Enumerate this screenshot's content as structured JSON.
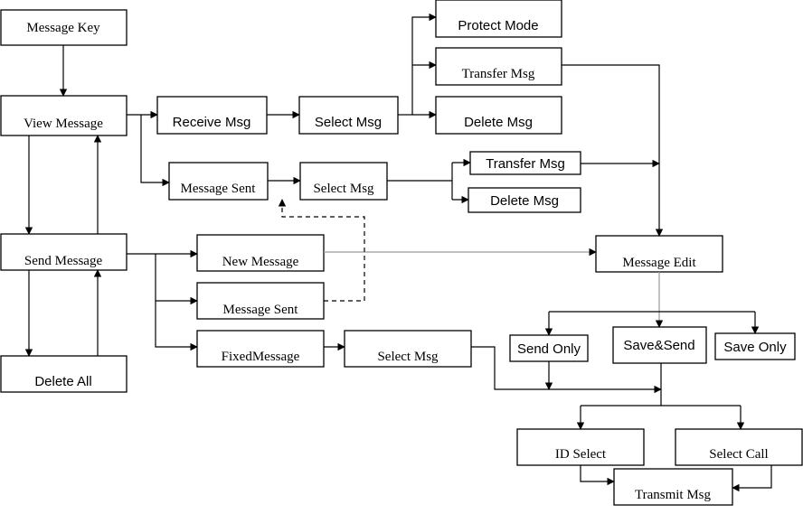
{
  "nodes": {
    "message_key": "Message Key",
    "view_message": "View  Message",
    "send_message": "Send  Message",
    "delete_all": "Delete  All",
    "receive_msg": "Receive  Msg",
    "select_msg_receive": "Select  Msg",
    "protect_mode": "Protect  Mode",
    "transfer_msg_receive": "Transfer  Msg",
    "delete_msg_receive": "Delete    Msg",
    "message_sent_view": "Message Sent",
    "select_msg_sent": "Select  Msg",
    "transfer_msg_sent": "Transfer Msg",
    "delete_msg_sent": "Delete Msg",
    "new_message": "New  Message",
    "message_sent_send": "Message Sent",
    "fixed_message": "FixedMessage",
    "select_msg_fixed": "Select  Msg",
    "message_edit": "Message Edit",
    "send_only": "Send Only",
    "save_send": "Save&Send",
    "save_only": "Save Only",
    "id_select": "ID Select",
    "select_call": "Select Call",
    "transmit_msg": "Transmit Msg"
  },
  "colors": {
    "line": "#000000",
    "background": "#ffffff",
    "faint_line": "#9a9a9a"
  }
}
